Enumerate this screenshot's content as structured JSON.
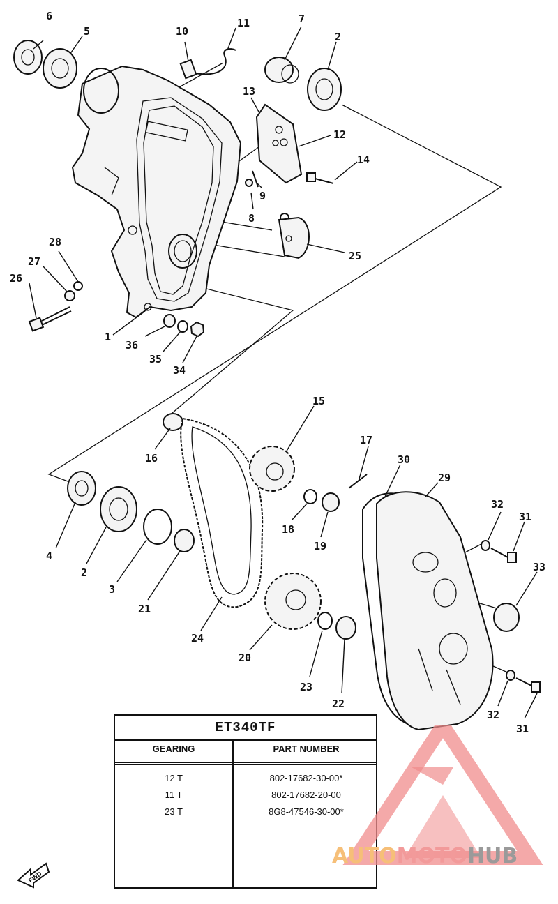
{
  "callouts": [
    {
      "id": "6",
      "label": "6"
    },
    {
      "id": "5",
      "label": "5"
    },
    {
      "id": "10",
      "label": "10"
    },
    {
      "id": "11",
      "label": "11"
    },
    {
      "id": "7",
      "label": "7"
    },
    {
      "id": "2a",
      "label": "2"
    },
    {
      "id": "13",
      "label": "13"
    },
    {
      "id": "12",
      "label": "12"
    },
    {
      "id": "14",
      "label": "14"
    },
    {
      "id": "9",
      "label": "9"
    },
    {
      "id": "8",
      "label": "8"
    },
    {
      "id": "25",
      "label": "25"
    },
    {
      "id": "28",
      "label": "28"
    },
    {
      "id": "27",
      "label": "27"
    },
    {
      "id": "26",
      "label": "26"
    },
    {
      "id": "1",
      "label": "1"
    },
    {
      "id": "36",
      "label": "36"
    },
    {
      "id": "35",
      "label": "35"
    },
    {
      "id": "34",
      "label": "34"
    },
    {
      "id": "15",
      "label": "15"
    },
    {
      "id": "16",
      "label": "16"
    },
    {
      "id": "17",
      "label": "17"
    },
    {
      "id": "30",
      "label": "30"
    },
    {
      "id": "29",
      "label": "29"
    },
    {
      "id": "4",
      "label": "4"
    },
    {
      "id": "2b",
      "label": "2"
    },
    {
      "id": "3",
      "label": "3"
    },
    {
      "id": "21",
      "label": "21"
    },
    {
      "id": "18",
      "label": "18"
    },
    {
      "id": "19",
      "label": "19"
    },
    {
      "id": "32a",
      "label": "32"
    },
    {
      "id": "31a",
      "label": "31"
    },
    {
      "id": "33",
      "label": "33"
    },
    {
      "id": "24",
      "label": "24"
    },
    {
      "id": "20",
      "label": "20"
    },
    {
      "id": "23",
      "label": "23"
    },
    {
      "id": "22",
      "label": "22"
    },
    {
      "id": "32b",
      "label": "32"
    },
    {
      "id": "31b",
      "label": "31"
    }
  ],
  "gearing_table": {
    "model": "ET340TF",
    "col_gearing": "GEARING",
    "col_part": "PART NUMBER",
    "rows": [
      {
        "gearing": "12 T",
        "part": "802-17682-30-00*"
      },
      {
        "gearing": "11 T",
        "part": "802-17682-20-00"
      },
      {
        "gearing": "23 T",
        "part": "8G8-47546-30-00*"
      }
    ]
  },
  "watermark": {
    "part1": "AUTO",
    "part2": "MOTO",
    "part3": "HUB",
    "color_auto": "#f6bf78",
    "color_moto": "#f29a9a",
    "color_hub": "#9a9a9a",
    "logo_color": "#f08c8c"
  },
  "fwd_label": "FWD"
}
